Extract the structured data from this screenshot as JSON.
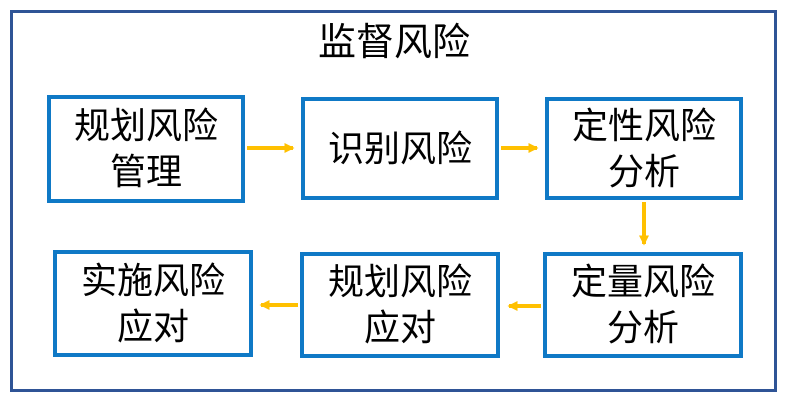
{
  "colors": {
    "frame_border": "#2F5496",
    "box_border": "#0F79C6",
    "arrow": "#FFC000",
    "text": "#000000",
    "background": "#FFFFFF"
  },
  "diagram": {
    "title": "监督风险",
    "nodes": [
      {
        "id": "plan-risk-management",
        "lines": [
          "规划风险",
          "管理"
        ]
      },
      {
        "id": "identify-risks",
        "lines": [
          "识别风险"
        ]
      },
      {
        "id": "qualitative-risk-analysis",
        "lines": [
          "定性风险",
          "分析"
        ]
      },
      {
        "id": "implement-risk-responses",
        "lines": [
          "实施风险",
          "应对"
        ]
      },
      {
        "id": "plan-risk-responses",
        "lines": [
          "规划风险",
          "应对"
        ]
      },
      {
        "id": "quantitative-risk-analysis",
        "lines": [
          "定量风险",
          "分析"
        ]
      }
    ],
    "connections": [
      {
        "from": "plan-risk-management",
        "to": "identify-risks"
      },
      {
        "from": "identify-risks",
        "to": "qualitative-risk-analysis"
      },
      {
        "from": "qualitative-risk-analysis",
        "to": "quantitative-risk-analysis"
      },
      {
        "from": "quantitative-risk-analysis",
        "to": "plan-risk-responses"
      },
      {
        "from": "plan-risk-responses",
        "to": "implement-risk-responses"
      }
    ]
  }
}
